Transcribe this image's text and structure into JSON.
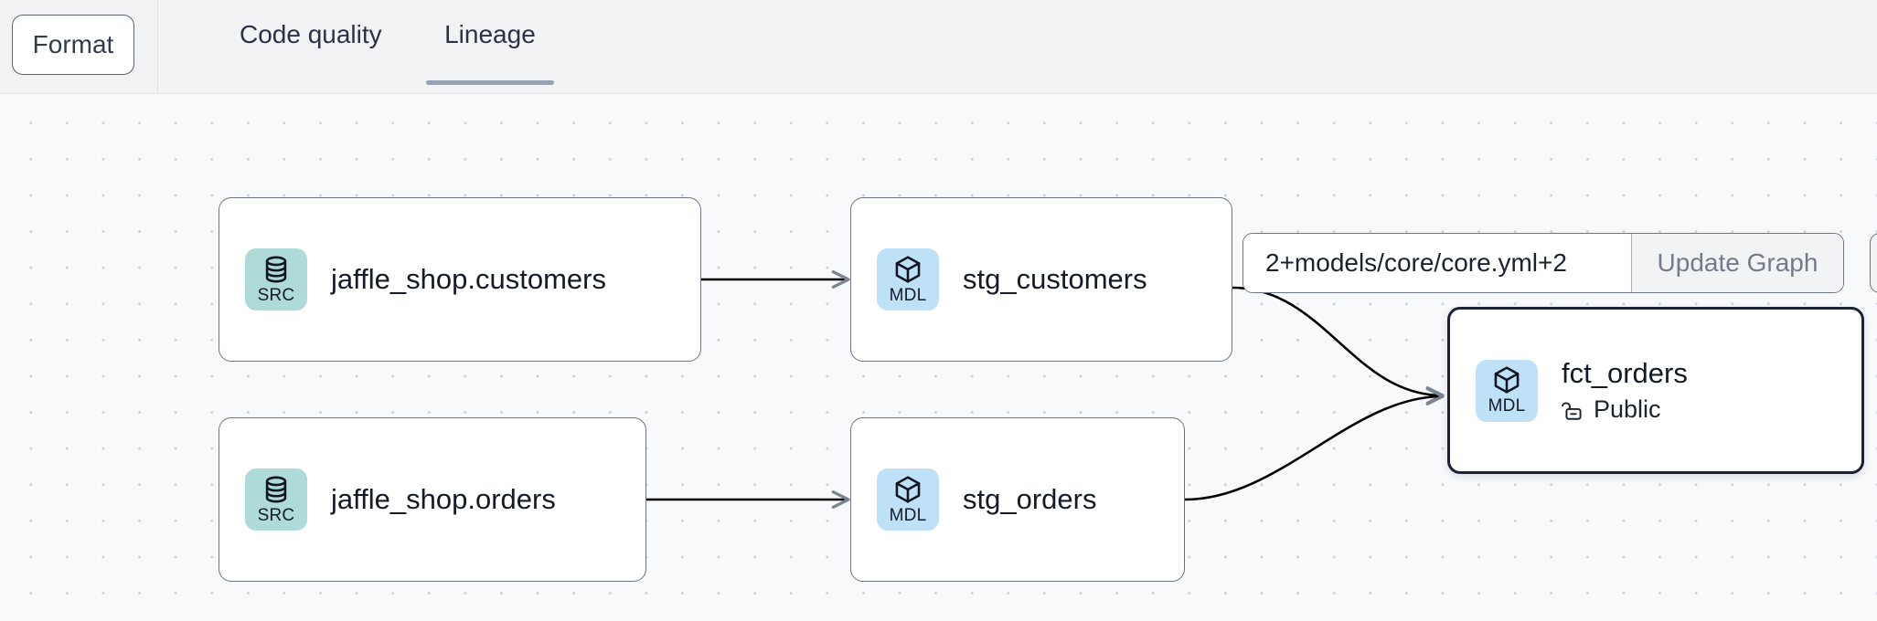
{
  "toolbar": {
    "format_label": "Format",
    "tabs": [
      {
        "label": "Code quality",
        "active": false
      },
      {
        "label": "Lineage",
        "active": true
      }
    ]
  },
  "graph_controls": {
    "selector_value": "2+models/core/core.yml+2",
    "selector_placeholder": "",
    "update_button_label": "Update Graph"
  },
  "lineage": {
    "nodes": [
      {
        "id": "jaffle_shop_customers",
        "title": "jaffle_shop.customers",
        "badge_label": "SRC",
        "badge_icon": "database-icon",
        "badge_color": "#aedbd8",
        "selected": false,
        "subtitle": null,
        "subtitle_icon": null
      },
      {
        "id": "jaffle_shop_orders",
        "title": "jaffle_shop.orders",
        "badge_label": "SRC",
        "badge_icon": "database-icon",
        "badge_color": "#aedbd8",
        "selected": false,
        "subtitle": null,
        "subtitle_icon": null
      },
      {
        "id": "stg_customers",
        "title": "stg_customers",
        "badge_label": "MDL",
        "badge_icon": "cube-icon",
        "badge_color": "#bfe1f7",
        "selected": false,
        "subtitle": null,
        "subtitle_icon": null
      },
      {
        "id": "stg_orders",
        "title": "stg_orders",
        "badge_label": "MDL",
        "badge_icon": "cube-icon",
        "badge_color": "#bfe1f7",
        "selected": false,
        "subtitle": null,
        "subtitle_icon": null
      },
      {
        "id": "fct_orders",
        "title": "fct_orders",
        "badge_label": "MDL",
        "badge_icon": "cube-icon",
        "badge_color": "#bfe1f7",
        "selected": true,
        "subtitle": "Public",
        "subtitle_icon": "unlock-icon"
      }
    ],
    "edges": [
      {
        "from": "jaffle_shop_customers",
        "to": "stg_customers"
      },
      {
        "from": "jaffle_shop_orders",
        "to": "stg_orders"
      },
      {
        "from": "stg_customers",
        "to": "fct_orders"
      },
      {
        "from": "stg_orders",
        "to": "fct_orders"
      }
    ]
  },
  "colors": {
    "canvas_background": "#f7f9fb",
    "toolbar_background": "#f1f3f5",
    "node_border": "#6b7384",
    "node_border_selected": "#1c2233",
    "edge_stroke": "#000000",
    "tab_active_underline": "#97a1b2",
    "src_badge": "#aedbd8",
    "mdl_badge": "#bfe1f7"
  }
}
